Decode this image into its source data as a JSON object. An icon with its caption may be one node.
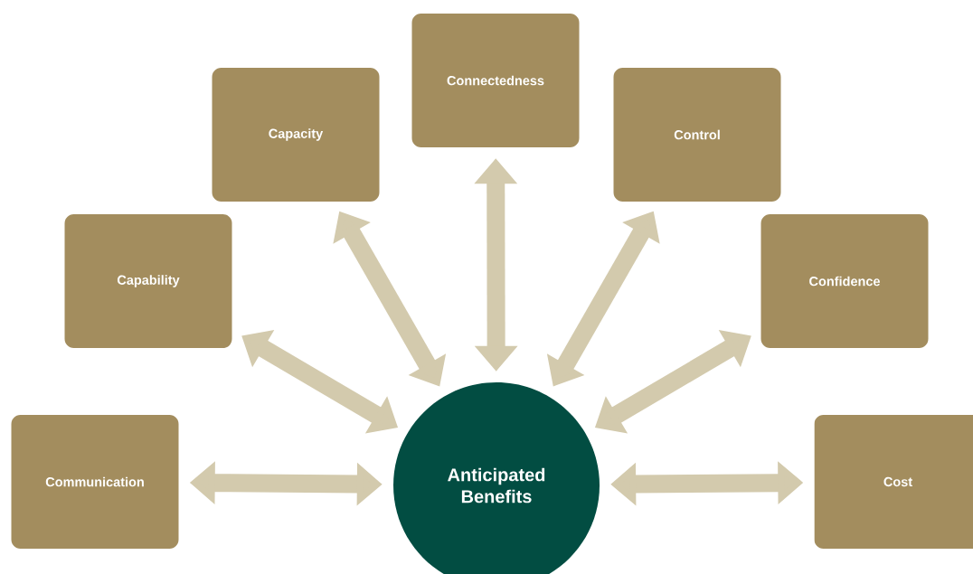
{
  "diagram": {
    "nodes": [
      {
        "text": [
          "Communication"
        ]
      },
      {
        "text": [
          "Capability"
        ]
      },
      {
        "text": [
          "Capacity"
        ]
      },
      {
        "text": [
          "Connectedness"
        ]
      },
      {
        "text": [
          "Control"
        ]
      },
      {
        "text": [
          "Confidence"
        ]
      },
      {
        "text": [
          "Cost"
        ]
      },
      {
        "text": [
          "Anticipated Benefits"
        ]
      }
    ],
    "edges": [
      {
        "from": 7,
        "to": 0,
        "arrow": "both"
      },
      {
        "from": 7,
        "to": 1,
        "arrow": "both"
      },
      {
        "from": 7,
        "to": 2,
        "arrow": "both"
      },
      {
        "from": 7,
        "to": 3,
        "arrow": "both"
      },
      {
        "from": 7,
        "to": 4,
        "arrow": "both"
      },
      {
        "from": 7,
        "to": 5,
        "arrow": "both"
      },
      {
        "from": 7,
        "to": 6,
        "arrow": "both"
      }
    ]
  }
}
